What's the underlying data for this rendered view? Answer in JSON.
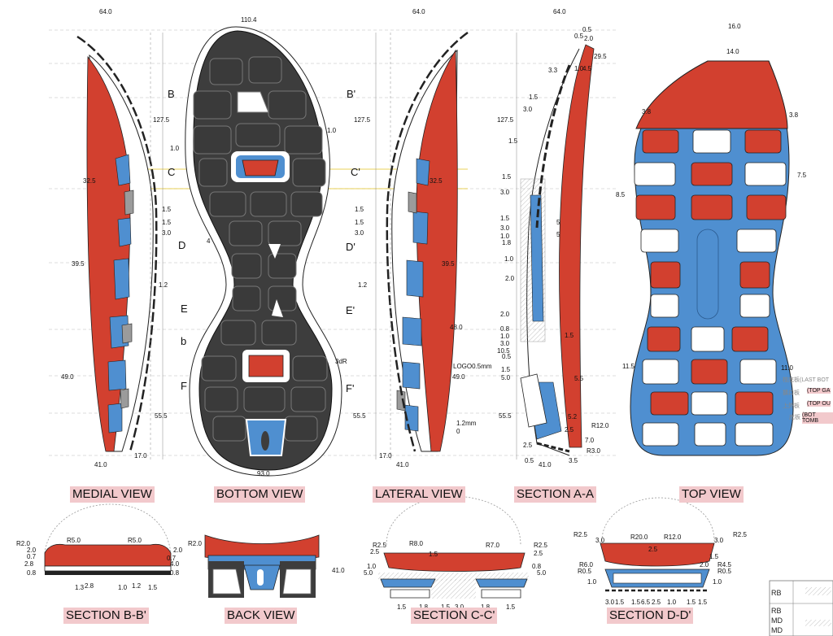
{
  "captions": {
    "medial": "MEDIAL VIEW",
    "bottom": "BOTTOM VIEW",
    "lateral": "LATERAL VIEW",
    "section_aa": "SECTION A-A",
    "top": "TOP VIEW",
    "section_bb": "SECTION B-B'",
    "back": "BACK  VIEW",
    "section_cc": "SECTION C-C'",
    "section_dd": "SECTION D-D'"
  },
  "dims": {
    "medial": {
      "width": "64.0",
      "d1": "127.5",
      "d2": "32.5",
      "d3": "1.0",
      "d4": "1.5",
      "d5": "1.5",
      "d6": "3.0",
      "d7": "39.5",
      "d8": "1.2",
      "d9": "49.0",
      "d10": "55.5",
      "d11": "17.0",
      "d12": "41.0"
    },
    "bottom": {
      "width": "110.4",
      "heel": "93.0",
      "t1": "1.0",
      "t2": "4",
      "t3": "3dR"
    },
    "lateral": {
      "width": "64.0",
      "d1": "127.5",
      "d2": "32.5",
      "d3": "1.5",
      "d4": "1.5",
      "d5": "3.0",
      "d6": "39.5",
      "d7": "1.2",
      "d8": "48.0",
      "d9": "49.0",
      "d10": "55.5",
      "d11": "17.0",
      "d12": "41.0",
      "logo": "LOGO0.5mm",
      "mm": "1.2mm",
      "zero": "0"
    },
    "section_aa": {
      "width": "64.0",
      "a1": "0.5",
      "a2": "2.0",
      "a3": "0.5",
      "a4": "29.5",
      "a5": "3.3",
      "a6": "1.0",
      "a7": "4.5",
      "a8": "1.5",
      "a9": "3.0",
      "a10": "127.5",
      "a11": "1.5",
      "a12": "1.5",
      "a13": "3.0",
      "a14": "1.5",
      "a15": "3.0",
      "a16": "1.0",
      "a17": "1.8",
      "a18": "1.0",
      "a19": "2.0",
      "a20": "2.0",
      "a21": "0.8",
      "a22": "1.0",
      "a23": "3.0",
      "a24": "10.5",
      "a25": "0.5",
      "a26": "1.5",
      "a27": "5.0",
      "a28": "55.5",
      "a29": "1.5",
      "a30": "5.5",
      "a31": "5.2",
      "a32": "2.5",
      "a33": "R12.0",
      "a34": "7.0",
      "a35": "2.5",
      "a36": "R3.0",
      "a37": "0.5",
      "a38": "41.0",
      "a39": "3.5",
      "a40": "5",
      "a41": "5"
    },
    "top": {
      "w1": "16.0",
      "w2": "14.0",
      "l1": "3.8",
      "r1": "3.8",
      "r2": "7.5",
      "l2": "8.5",
      "l3": "11.5",
      "r3": "11.0"
    },
    "section_bb": {
      "a1": "R2.0",
      "a2": "R5.0",
      "a3": "R5.0",
      "a4": "2.0",
      "a5": "2.0",
      "a6": "0.7",
      "a7": "0.7",
      "a8": "2.8",
      "a9": "4.0",
      "a10": "0.8",
      "a11": "0.8",
      "a12": "1.3",
      "a13": "2.8",
      "a14": "1.0",
      "a15": "1.2",
      "a16": "1.5"
    },
    "back": {
      "a1": "R2.0",
      "a2": "41.0"
    },
    "section_cc": {
      "a1": "R2.5",
      "a2": "R8.0",
      "a3": "R7.0",
      "a4": "R2.5",
      "a5": "2.5",
      "a6": "1.5",
      "a7": "2.5",
      "a8": "1.0",
      "a9": "0.8",
      "a10": "5.0",
      "a11": "5.0",
      "b1": "1.5",
      "b2": "1.8",
      "b3": "1.5",
      "b4": "3.0",
      "b5": "1.8",
      "b6": "1.5"
    },
    "section_dd": {
      "a1": "R2.5",
      "a2": "R20.0",
      "a3": "R12.0",
      "a4": "R2.5",
      "a5": "3.0",
      "a6": "3.0",
      "a7": "2.5",
      "a8": "2.0",
      "a9": "1.5",
      "a10": "R6.0",
      "a11": "R4.5",
      "a12": "R0.5",
      "a13": "R0.5",
      "a14": "1.0",
      "a15": "1.0",
      "b1": "3.0",
      "b2": "1.5",
      "b3": "1.5",
      "b4": "6.5",
      "b5": "2.5",
      "b6": "1.0",
      "b7": "1.5",
      "b8": "1.5"
    }
  },
  "letters": {
    "B": "B",
    "Bp": "B'",
    "C": "C",
    "Cp": "C'",
    "D": "D",
    "Dp": "D'",
    "E": "E",
    "Ep": "E'",
    "b": "b",
    "F": "F",
    "Fp": "F'"
  },
  "notes": {
    "n1": "楦底板(LAST BOT",
    "n2": "(TOP GA",
    "n2cn": "擴口板",
    "n3": "(TOP  OU",
    "n3cn": "上外板",
    "n4": "(BOT TOMB",
    "n4cn": "底板"
  },
  "legend": {
    "r1": "RB",
    "r2": "RB",
    "r3": "MD",
    "r4": "MD"
  },
  "colors": {
    "red": "#d2402f",
    "blue": "#4f8fd0",
    "dark": "#3d3d3d",
    "caption_bg": "#f2c9cc"
  }
}
